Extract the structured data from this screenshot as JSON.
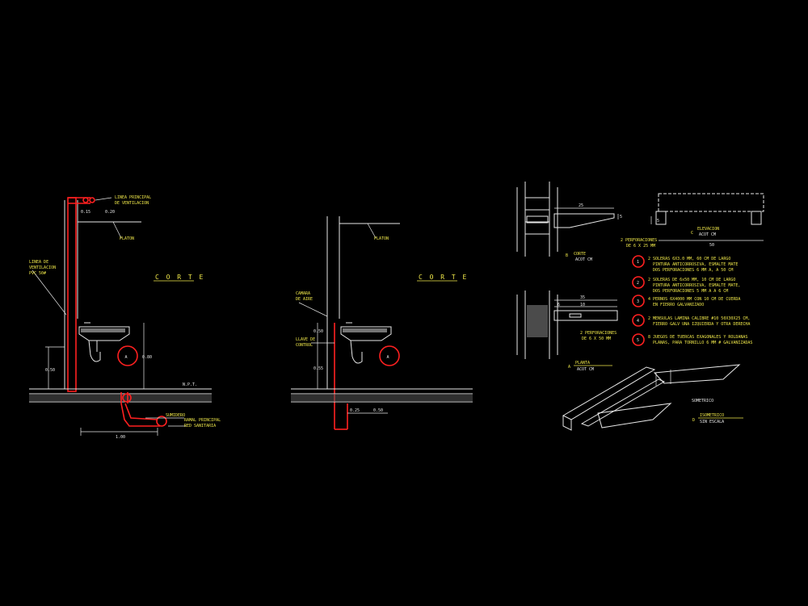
{
  "colors": {
    "background": "#000000",
    "line": "#e8e8e8",
    "accent_red": "#ff2020",
    "text_yellow": "#f0e84a"
  },
  "section1": {
    "title": "C O R T E",
    "label_main_vent": "LINEA PRINCIPAL",
    "label_main_vent2": "DE VENTILACION",
    "label_vent_line": "LINEA DE",
    "label_vent_line2": "VENTILACION",
    "label_vent_line3": "PVC 50#",
    "label_platon": "PLATON",
    "dim_015": "0.15",
    "dim_020": "0.20",
    "dim_080": "0.80",
    "dim_050": "0.50",
    "dim_100": "1.00",
    "npt": "N.P.T.",
    "label_drain": "SUMIDERO",
    "label_sanitary": "RAMAL PRINCIPAL",
    "label_sanitary2": "RED SANITARIA",
    "marker": "A"
  },
  "section2": {
    "title": "C O R T E",
    "label_air": "CAMARA",
    "label_air2": "DE AIRE",
    "label_valve": "LLAVE DE",
    "label_valve2": "CONTROL",
    "label_platon": "PLATON",
    "dim_050a": "0.50",
    "dim_055": "0.55",
    "dim_025": "0.25",
    "dim_050b": "0.50",
    "marker": "A"
  },
  "detail": {
    "corte_letter": "B",
    "corte_title": "CORTE",
    "corte_scale": "ACOT CM",
    "elev_letter": "C",
    "elev_title": "ELEVACION",
    "elev_scale": "ACOT CM",
    "planta_letter": "A",
    "planta_title": "PLANTA",
    "planta_scale": "ACOT CM",
    "iso_letter": "D",
    "iso_title": "ISOMETRICO",
    "iso_scale": "SIN ESCALA",
    "iso_label": "SOMETRICO",
    "perf1": "2 PERFORACIONES",
    "perf1b": "DE 6 X 25 MM",
    "perf2": "2 PERFORACIONES",
    "perf2b": "DE 6 X 50 MM",
    "dim_25": "25",
    "dim_5": "5",
    "dim_50": "50",
    "dim_35": "35",
    "dim_10": "10",
    "dim_6": "6",
    "notes": [
      {
        "num": "1",
        "l1": "2 SOLERAS 6X3.0 MM, 60 CM DE LARGO",
        "l2": "PINTURA ANTICORROSIVA, ESMALTE MATE",
        "l3": "DOS PERFORACIONES 6 MM A, A 50 CM"
      },
      {
        "num": "2",
        "l1": "2 SOLERAS DE 6x50 MM, 10 CM DE LARGO",
        "l2": "PINTURA ANTICORROSIVA, ESMALTE MATE,",
        "l3": "DOS PERFORACIONES 5 MM A A 6 CM"
      },
      {
        "num": "3",
        "l1": "4 PERNOS 6X4000 MM CON 10 CM DE CUERDA",
        "l2": "EN FIERRO GALVANIZADO",
        "l3": ""
      },
      {
        "num": "4",
        "l1": "2 MENSULAS LAMINA CALIBRE #10 50X30X25 CM,",
        "l2": "FIERRO GALV UNA IZQUIERDA Y OTRA DERECHA",
        "l3": ""
      },
      {
        "num": "5",
        "l1": "8 JUEGOS DE TUERCAS EXAGONALES Y ROLDANAS",
        "l2": "PLANAS, PARA TORNILLO 6 MM # GALVANIZADAS",
        "l3": ""
      }
    ]
  }
}
